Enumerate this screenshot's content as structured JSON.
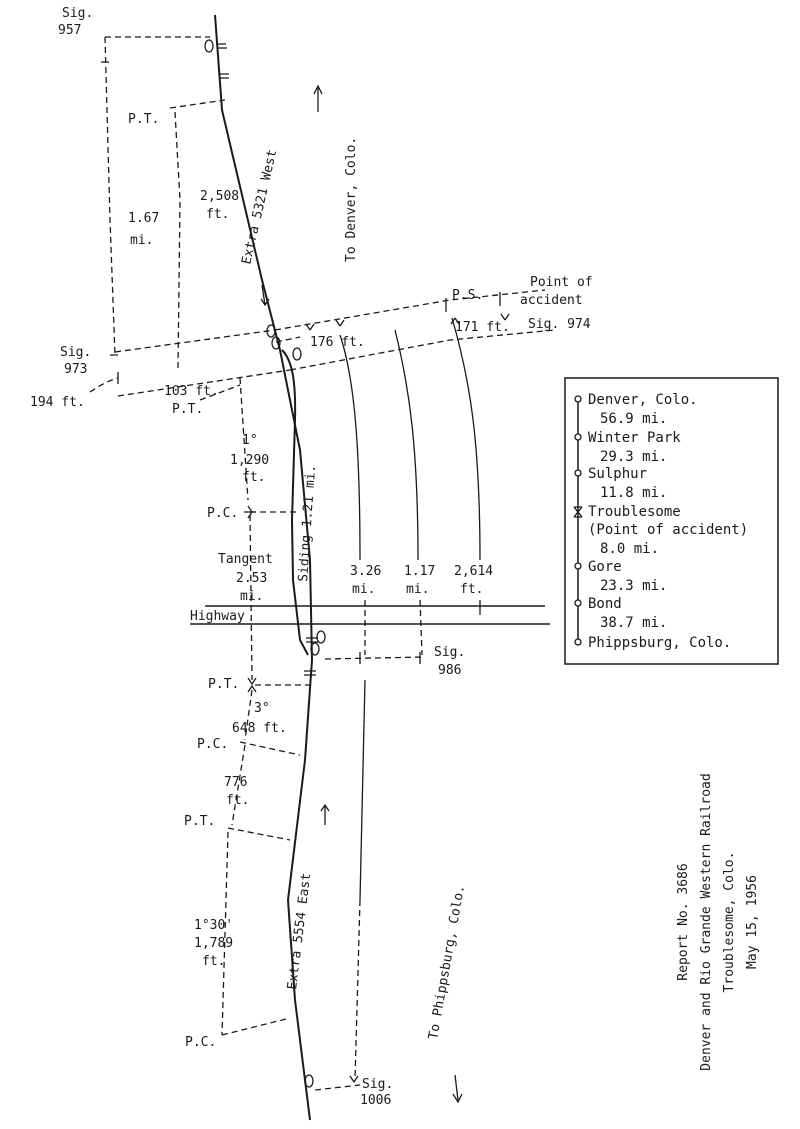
{
  "signals": {
    "sig957": [
      "Sig.",
      "957"
    ],
    "sig973": [
      "Sig.",
      "973"
    ],
    "sig974": "Sig. 974",
    "sig986": [
      "Sig.",
      "986"
    ],
    "sig1006": [
      "Sig.",
      "1006"
    ]
  },
  "measures": {
    "pt_top": "P.T.",
    "m_1_67": [
      "1.67",
      "mi."
    ],
    "m_2508": [
      "2,508",
      "ft."
    ],
    "m_194": "194 ft.",
    "m_103": "103 ft.",
    "pt_mid": "P.T.",
    "curve1_deg": "1°",
    "curve1_len": [
      "1,290",
      "ft."
    ],
    "pc_1": "P.C.",
    "tangent": [
      "Tangent",
      "2.53",
      "mi."
    ],
    "ps": "P.S.",
    "m_176": "176 ft.",
    "m_171": "171 ft.",
    "point_of_accident": [
      "Point of",
      "accident"
    ],
    "m_3_26": [
      "3.26",
      "mi."
    ],
    "m_1_17": [
      "1.17",
      "mi."
    ],
    "m_2614": [
      "2,614",
      "ft."
    ],
    "highway": "Highway",
    "pt_3": "P.T.",
    "curve3_deg": "3°",
    "curve3_len": "648 ft.",
    "pc_3": "P.C.",
    "m_776": [
      "776",
      "ft."
    ],
    "pt_4": "P.T.",
    "curve4_deg": "1°30'",
    "curve4_len": [
      "1,789",
      "ft."
    ],
    "pc_4": "P.C."
  },
  "track_labels": {
    "extra_west": "Extra 5321 West",
    "siding": "Siding 1.21 mi.",
    "extra_east": "Extra 5554 East"
  },
  "directions": {
    "to_denver": "To Denver, Colo.",
    "to_phippsburg": "To Phippsburg, Colo."
  },
  "legend": [
    "Denver, Colo.",
    "56.9 mi.",
    "Winter Park",
    "29.3 mi.",
    "Sulphur",
    "11.8 mi.",
    "Troublesome",
    "(Point of accident)",
    "8.0 mi.",
    "Gore",
    "23.3 mi.",
    "Bond",
    "38.7 mi.",
    "Phippsburg, Colo."
  ],
  "report": [
    "Report No. 3686",
    "Denver and Rio Grande Western Railroad",
    "Troublesome, Colo.",
    "May 15, 1956"
  ]
}
